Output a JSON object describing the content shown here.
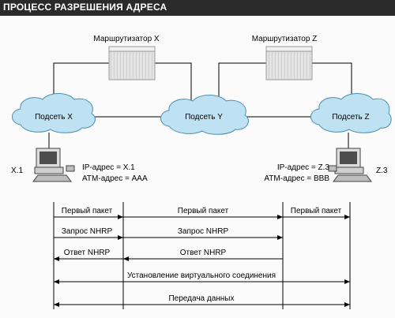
{
  "title": "ПРОЦЕСС РАЗРЕШЕНИЯ АДРЕСА",
  "routers": {
    "x": "Маршрутизатор X",
    "z": "Маршрутизатор Z"
  },
  "subnets": {
    "x": "Подсеть X",
    "y": "Подсеть Y",
    "z": "Подсеть Z"
  },
  "hosts": {
    "x": {
      "name": "X.1",
      "ip": "IP-адрес = X.1",
      "atm": "ATM-адрес = AAA"
    },
    "z": {
      "name": "Z.3",
      "ip": "IP-адрес = Z.3",
      "atm": "ATM-адрес = BBB"
    }
  },
  "messages": {
    "first_packet_1": "Первый пакет",
    "first_packet_2": "Первый пакет",
    "first_packet_3": "Первый пакет",
    "nhrp_request_1": "Запрос NHRP",
    "nhrp_request_2": "Запрос NHRP",
    "nhrp_reply_1": "Ответ NHRP",
    "nhrp_reply_2": "Ответ NHRP",
    "vc_setup": "Установление виртуального соединения",
    "data_transfer": "Передача данных"
  },
  "colors": {
    "cloud_fill": "#bfe2f3",
    "cloud_stroke": "#4a8fb3",
    "router_fill": "#e2e2e2",
    "line": "#000000",
    "title_bg": "#2a2a2a"
  }
}
